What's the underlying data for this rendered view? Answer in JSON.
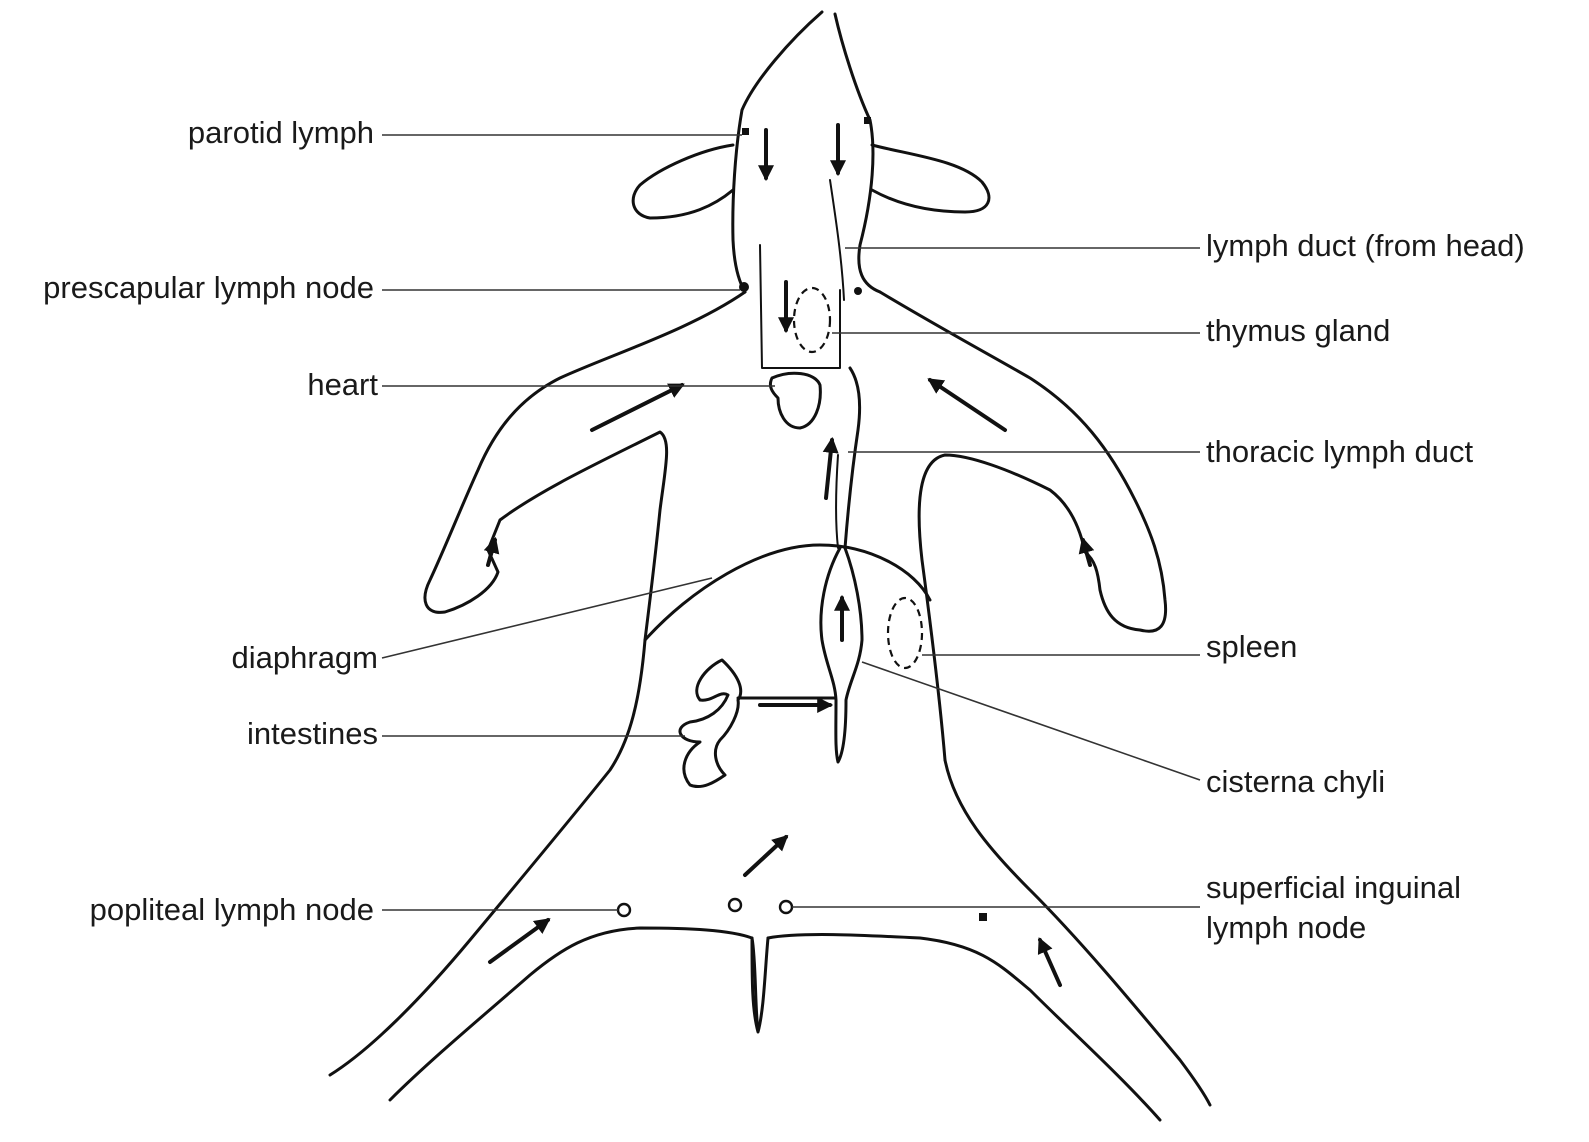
{
  "labels": {
    "parotid": "parotid lymph",
    "prescapular": "prescapular lymph node",
    "heart": "heart",
    "diaphragm": "diaphragm",
    "intestines": "intestines",
    "popliteal": "popliteal lymph node",
    "lymph_duct_head": "lymph duct (from head)",
    "thymus": "thymus gland",
    "thoracic": "thoracic lymph duct",
    "spleen": "spleen",
    "cisterna": "cisterna chyli",
    "inguinal_line1": "superficial inguinal",
    "inguinal_line2": "lymph node"
  },
  "colors": {
    "ink": "#111111",
    "background": "#ffffff"
  }
}
